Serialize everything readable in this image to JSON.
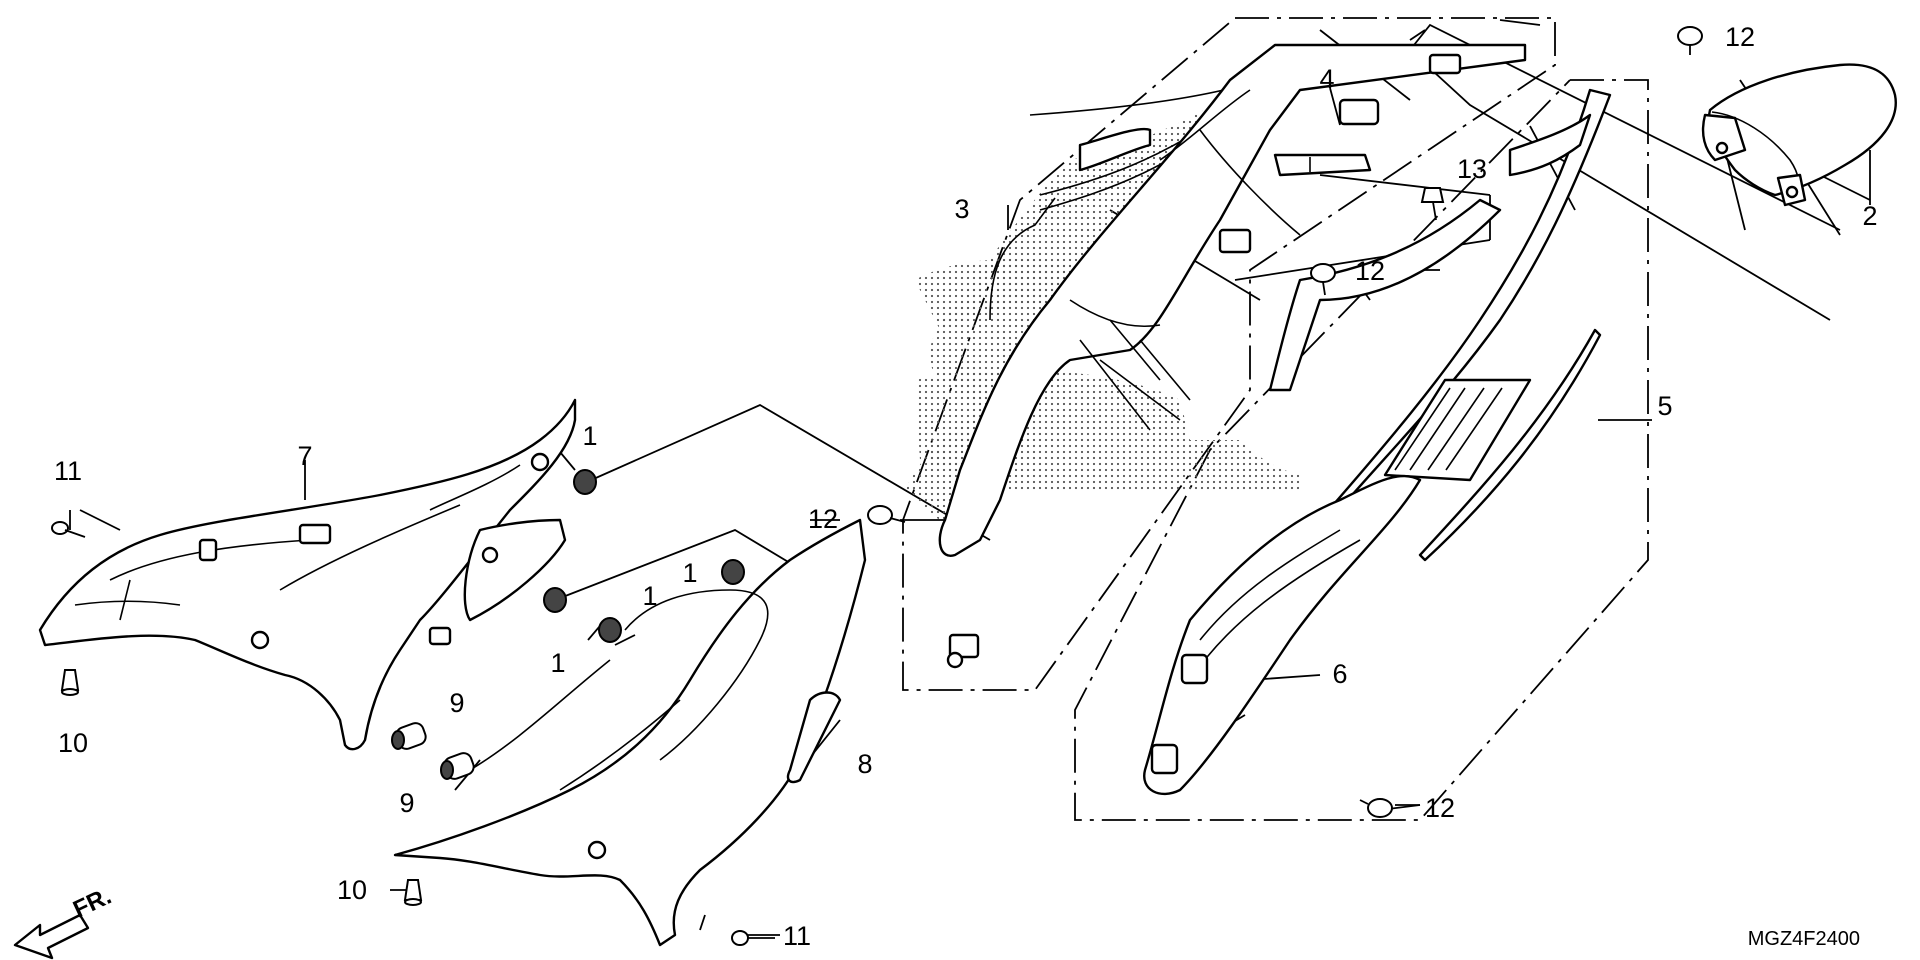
{
  "diagram": {
    "callouts": {
      "p1a": "1",
      "p1b": "1",
      "p1c": "1",
      "p1d": "1",
      "p2": "2",
      "p3": "3",
      "p4": "4",
      "p5": "5",
      "p6": "6",
      "p7": "7",
      "p8": "8",
      "p9a": "9",
      "p9b": "9",
      "p10a": "10",
      "p10b": "10",
      "p11a": "11",
      "p11b": "11",
      "p12a": "12",
      "p12b": "12",
      "p12c": "12",
      "p12d": "12",
      "p13": "13"
    },
    "front_indicator": "FR.",
    "drawing_code": "MGZ4F2400"
  }
}
